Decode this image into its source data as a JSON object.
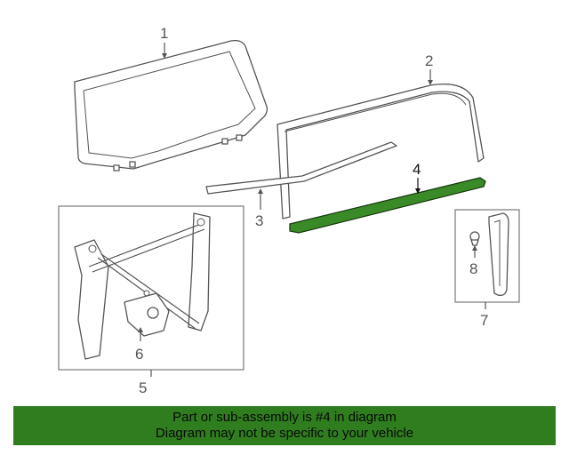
{
  "callouts": {
    "c1": "1",
    "c2": "2",
    "c3": "3",
    "c4": "4",
    "c5": "5",
    "c6": "6",
    "c7": "7",
    "c8": "8"
  },
  "highlight_color": "#3a8a28",
  "banner": {
    "line1": "Part or sub-assembly is #4 in diagram",
    "line2": "Diagram may not be specific to your vehicle",
    "color": "#2f7d1f"
  }
}
